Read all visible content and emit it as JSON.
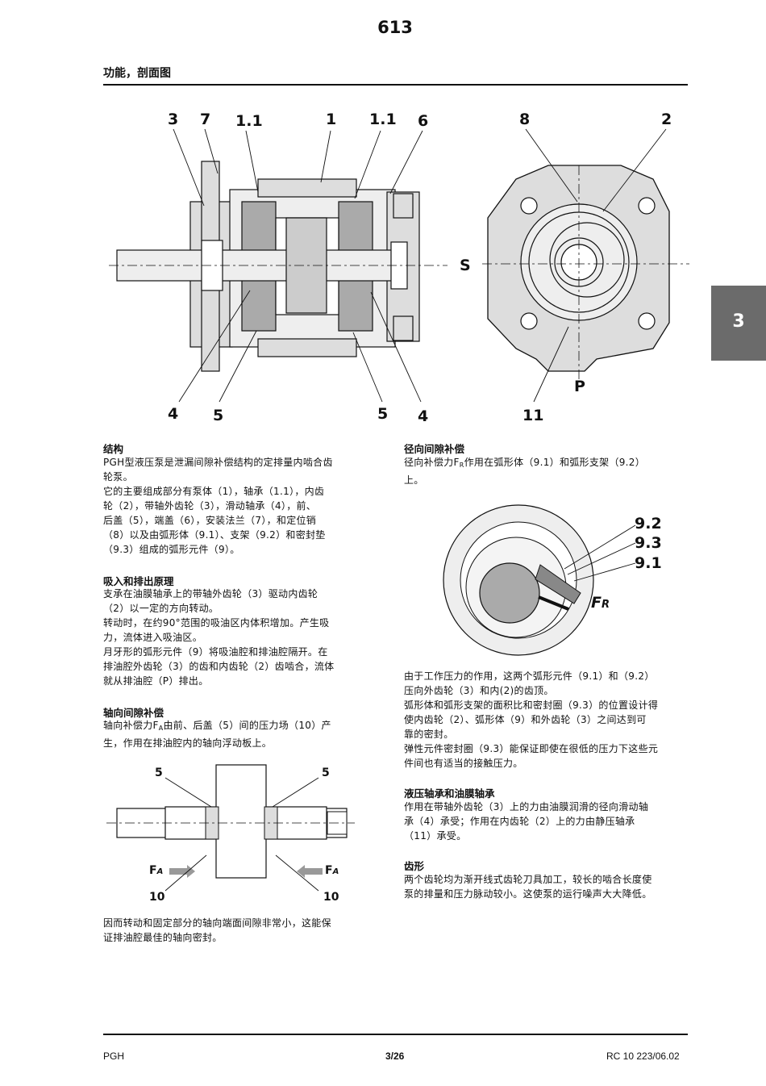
{
  "header": {
    "page_number": "613",
    "section_title": "功能，剖面图",
    "tab_label": "3"
  },
  "figure1": {
    "callouts_top": [
      "3",
      "7",
      "1.1",
      "1",
      "1.1",
      "6"
    ],
    "callouts_bottom": [
      "4",
      "5",
      "5",
      "4"
    ]
  },
  "figure2": {
    "callouts": [
      "8",
      "2",
      "S",
      "P",
      "11"
    ]
  },
  "figure3": {
    "callouts": [
      "9.2",
      "9.3",
      "9.1"
    ],
    "force_label": "F",
    "force_sub": "R"
  },
  "figure4": {
    "label_left_top": "5",
    "label_right_top": "5",
    "force_label": "F",
    "force_sub": "A",
    "label_left_bottom": "10",
    "label_right_bottom": "10"
  },
  "sections": {
    "structure": {
      "heading": "结构",
      "lines": [
        "PGH型液压泵是泄漏间隙补偿结构的定排量内啮合齿",
        "轮泵。",
        "它的主要组成部分有泵体（1），轴承（1.1），内齿",
        "轮（2），带轴外齿轮（3），滑动轴承（4），前、",
        "后盖（5），端盖（6），安装法兰（7），和定位销",
        "（8）以及由弧形体（9.1）、支架（9.2）和密封垫",
        "（9.3）组成的弧形元件（9）。"
      ]
    },
    "suction": {
      "heading": "吸入和排出原理",
      "lines": [
        "支承在油膜轴承上的带轴外齿轮（3）驱动内齿轮",
        "（2）以一定的方向转动。",
        "转动时，在约90°范围的吸油区内体积增加。产生吸",
        "力，流体进入吸油区。",
        "月牙形的弧形元件（9）将吸油腔和排油腔隔开。在",
        "排油腔外齿轮（3）的齿和内齿轮（2）齿啮合，流体",
        "就从排油腔（P）排出。"
      ]
    },
    "axial": {
      "heading": "轴向间隙补偿",
      "line1_pre": "轴向补偿力F",
      "line1_sub": "A",
      "line1_post": "由前、后盖（5）间的压力场（10）产",
      "line2": "生，作用在排油腔内的轴向浮动板上。"
    },
    "after_fig": {
      "lines": [
        "因而转动和固定部分的轴向端面间隙非常小，这能保",
        "证排油腔最佳的轴向密封。"
      ]
    },
    "radial": {
      "heading": "径向间隙补偿",
      "line1_pre": "径向补偿力F",
      "line1_sub": "R",
      "line1_post": "作用在弧形体（9.1）和弧形支架（9.2）",
      "line2": "上。"
    },
    "pressure": {
      "lines": [
        "由于工作压力的作用，这两个弧形元件（9.1）和（9.2）",
        "压向外齿轮（3）和内(2)的齿顶。",
        "弧形体和弧形支架的面积比和密封圈（9.3）的位置设计得",
        "使内齿轮（2）、弧形体（9）和外齿轮（3）之间达到可",
        "靠的密封。",
        "弹性元件密封圈（9.3）能保证即使在很低的压力下这些元",
        "件间也有适当的接触压力。"
      ]
    },
    "bearing": {
      "heading": "液压轴承和油膜轴承",
      "lines": [
        "作用在带轴外齿轮（3）上的力由油膜润滑的径向滑动轴",
        "承（4）承受；作用在内齿轮（2）上的力由静压轴承",
        "（11）承受。"
      ]
    },
    "gear": {
      "heading": "齿形",
      "lines": [
        "两个齿轮均为渐开线式齿轮刀具加工，较长的啮合长度使",
        "泵的排量和压力脉动较小。这使泵的运行噪声大大降低。"
      ]
    }
  },
  "footer": {
    "left": "PGH",
    "center": "3/26",
    "right": "RC 10 223/06.02"
  }
}
